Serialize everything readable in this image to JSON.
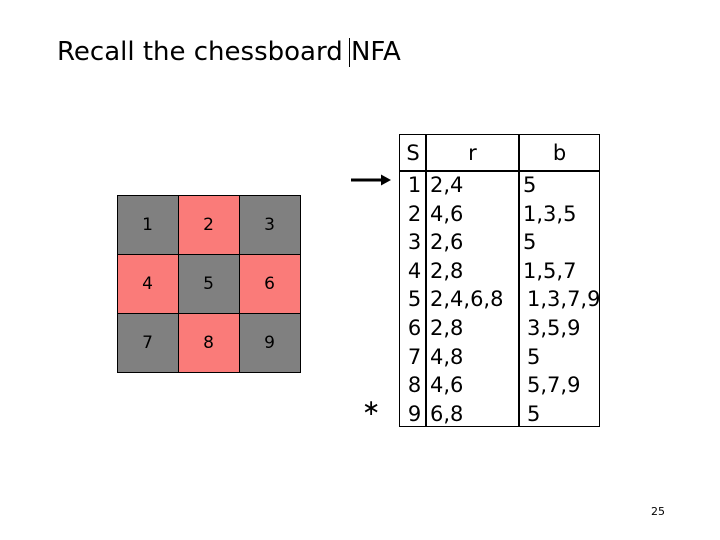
{
  "slide": {
    "title": "Recall the chessboard NFA",
    "page_number": "25"
  },
  "chessboard": {
    "name": "chessboard-grid",
    "rows": 3,
    "cols": 3,
    "colors": {
      "gray": "#808080",
      "red": "#fa7b79",
      "border": "#000000"
    },
    "cells": [
      {
        "label": "1",
        "color": "gray"
      },
      {
        "label": "2",
        "color": "red"
      },
      {
        "label": "3",
        "color": "gray"
      },
      {
        "label": "4",
        "color": "red"
      },
      {
        "label": "5",
        "color": "gray"
      },
      {
        "label": "6",
        "color": "red"
      },
      {
        "label": "7",
        "color": "gray"
      },
      {
        "label": "8",
        "color": "red"
      },
      {
        "label": "9",
        "color": "gray"
      }
    ]
  },
  "markers": {
    "start_arrow": "→",
    "accept_star": "∗"
  },
  "table": {
    "headers": [
      "S",
      "r",
      "b"
    ],
    "rows": [
      {
        "state": "1",
        "r": "2,4",
        "b": "5"
      },
      {
        "state": "2",
        "r": "4,6",
        "b": "1,3,5"
      },
      {
        "state": "3",
        "r": "2,6",
        "b": "5"
      },
      {
        "state": "4",
        "r": "2,8",
        "b": "1,5,7"
      },
      {
        "state": "5",
        "r": "2,4,6,8",
        "b": "1,3,7,9"
      },
      {
        "state": "6",
        "r": "2,8",
        "b": "3,5,9"
      },
      {
        "state": "7",
        "r": "4,8",
        "b": "5"
      },
      {
        "state": "8",
        "r": "4,6",
        "b": "5,7,9"
      },
      {
        "state": "9",
        "r": "6,8",
        "b": "5"
      }
    ]
  }
}
